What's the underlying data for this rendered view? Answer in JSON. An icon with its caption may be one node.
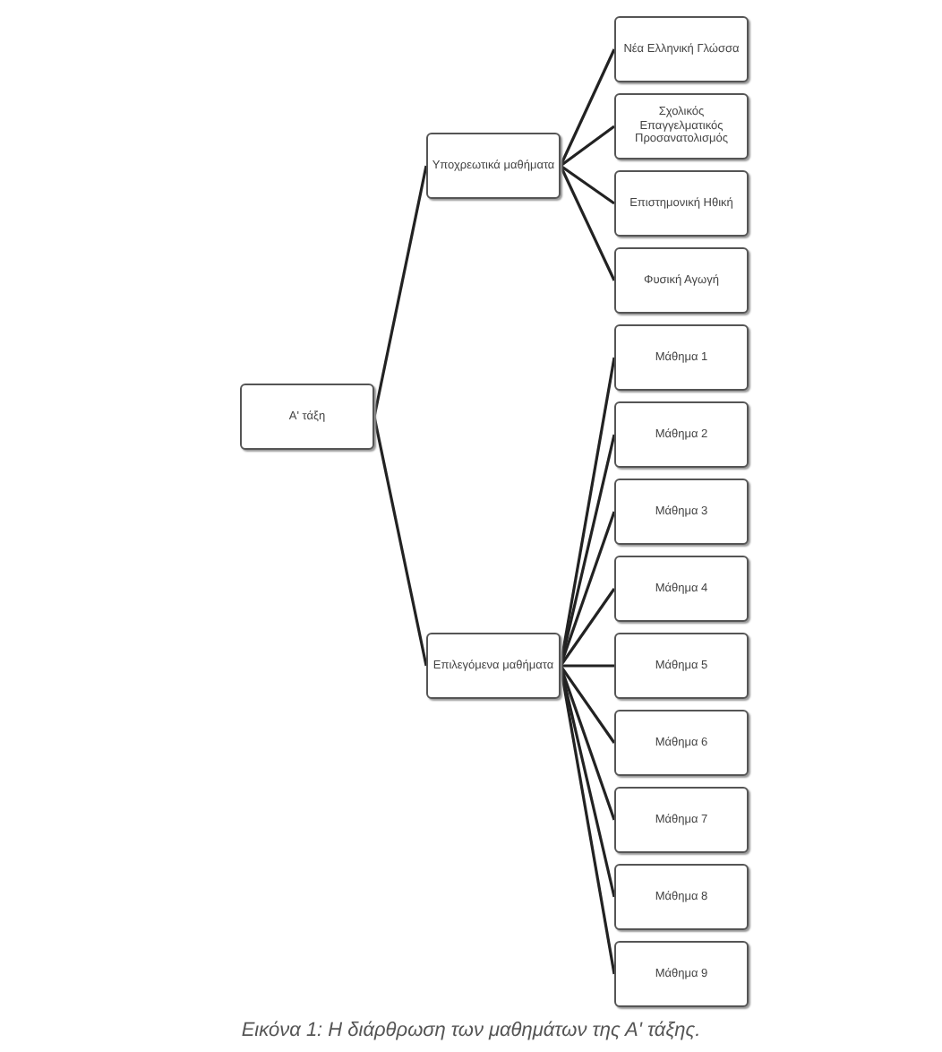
{
  "diagram": {
    "caption": "Εικόνα 1: Η διάρθρωση των μαθημάτων της Α' τάξης.",
    "nodes": [
      {
        "text": [
          "Α' τάξη"
        ]
      },
      {
        "text": [
          "Υποχρεωτικά μαθήματα"
        ]
      },
      {
        "text": [
          "Νέα Ελληνική Γλώσσα"
        ]
      },
      {
        "text": [
          "Σχολικός Επαγγελματικός Προσανατολισμός"
        ]
      },
      {
        "text": [
          "Επιστημονική Ηθική"
        ]
      },
      {
        "text": [
          "Φυσική Αγωγή"
        ]
      },
      {
        "text": [
          "Επιλεγόμενα μαθήματα"
        ]
      },
      {
        "text": [
          "Μάθημα 1"
        ]
      },
      {
        "text": [
          "Μάθημα 2"
        ]
      },
      {
        "text": [
          "Μάθημα 3"
        ]
      },
      {
        "text": [
          "Μάθημα 4"
        ]
      },
      {
        "text": [
          "Μάθημα 5"
        ]
      },
      {
        "text": [
          "Μάθημα 6"
        ]
      },
      {
        "text": [
          "Μάθημα 7"
        ]
      },
      {
        "text": [
          "Μάθημα 8"
        ]
      },
      {
        "text": [
          "Μάθημα 9"
        ]
      }
    ],
    "edges": [
      {
        "from": 0,
        "to": 1,
        "arrow": "none"
      },
      {
        "from": 0,
        "to": 6,
        "arrow": "none"
      },
      {
        "from": 1,
        "to": 2,
        "arrow": "none"
      },
      {
        "from": 1,
        "to": 3,
        "arrow": "none"
      },
      {
        "from": 1,
        "to": 4,
        "arrow": "none"
      },
      {
        "from": 1,
        "to": 5,
        "arrow": "none"
      },
      {
        "from": 6,
        "to": 7,
        "arrow": "none"
      },
      {
        "from": 6,
        "to": 8,
        "arrow": "none"
      },
      {
        "from": 6,
        "to": 9,
        "arrow": "none"
      },
      {
        "from": 6,
        "to": 10,
        "arrow": "none"
      },
      {
        "from": 6,
        "to": 11,
        "arrow": "none"
      },
      {
        "from": 6,
        "to": 12,
        "arrow": "none"
      },
      {
        "from": 6,
        "to": 13,
        "arrow": "none"
      },
      {
        "from": 6,
        "to": 14,
        "arrow": "none"
      },
      {
        "from": 6,
        "to": 15,
        "arrow": "none"
      }
    ]
  }
}
